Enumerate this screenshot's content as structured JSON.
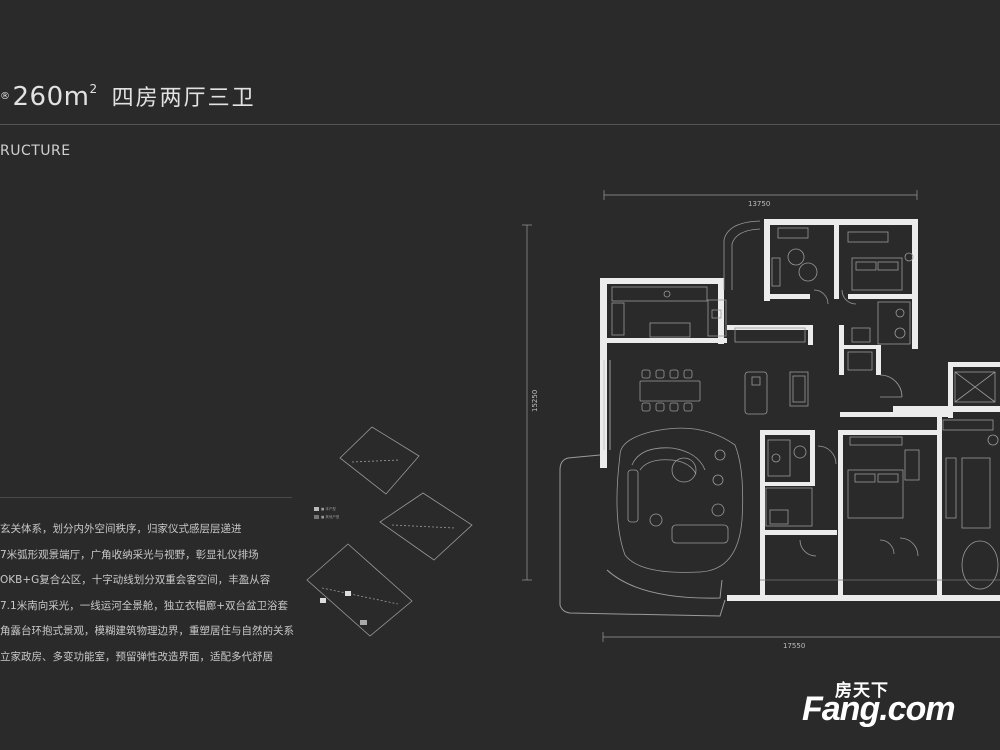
{
  "header": {
    "area_prefix": "®",
    "area_value": "260m",
    "area_sup": "2",
    "layout": "四房两厅三卫"
  },
  "subtitle": "RUCTURE",
  "features": [
    "玄关体系，划分内外空间秩序，归家仪式感层层递进",
    "7米弧形观景端厅，广角收纳采光与视野，彰显礼仪排场",
    "OKB+G复合公区，十字动线划分双重会客空间，丰盈从容",
    "7.1米南向采光，一线运河全景舱，独立衣帽廊+双台盆卫浴套",
    "角露台环抱式景观，模糊建筑物理边界，重塑居住与自然的关系",
    "立家政房、多变功能室，预留弹性改造界面，适配多代舒居"
  ],
  "dimensions": {
    "top": "13750",
    "side": "15250",
    "bottom": "17550"
  },
  "key_plan_legend": [
    "■ 本户型",
    "■ 其他户型"
  ],
  "watermark": {
    "top": "房天下",
    "main": "Fang.com"
  },
  "colors": {
    "background": "#2a2a2a",
    "wall": "#ececec",
    "line": "#9a9a9a"
  }
}
